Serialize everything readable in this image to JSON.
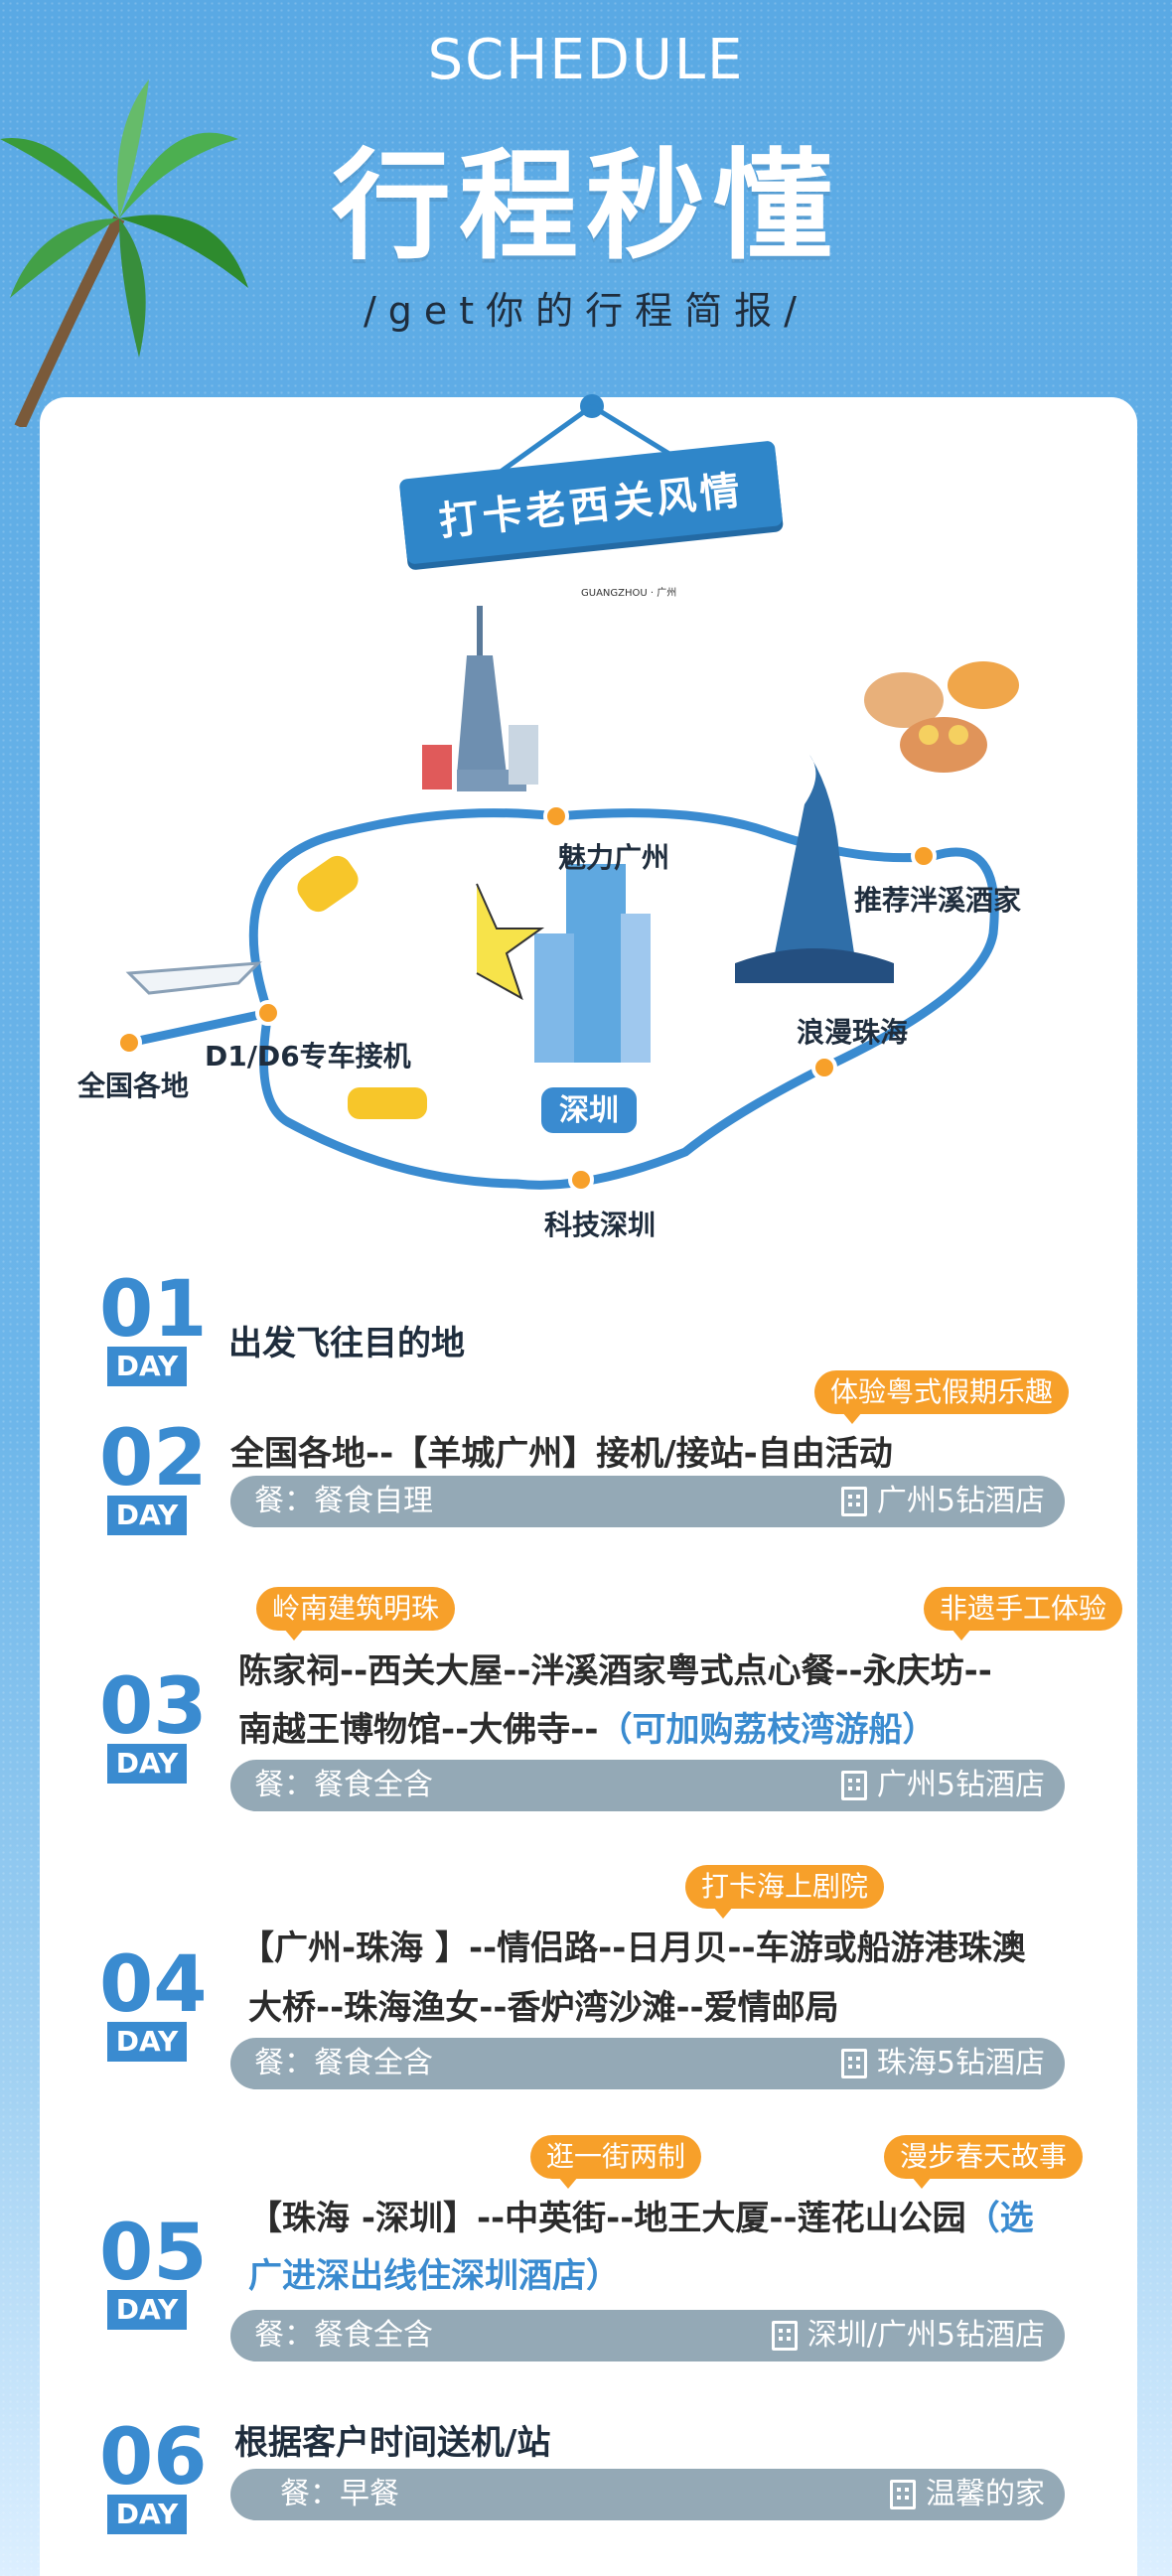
{
  "header": {
    "title_en": "SCHEDULE",
    "title_cn": "行程秒懂",
    "subtitle": "/get你的行程简报/"
  },
  "sign": {
    "label": "打卡老西关风情"
  },
  "map": {
    "tower_label": "GUANGZHOU · 广州",
    "stops": [
      "全国各地",
      "D1/D6专车接机",
      "魅力广州",
      "推荐泮溪酒家",
      "浪漫珠海",
      "科技深圳"
    ],
    "shenzhen_badge": "深圳"
  },
  "days": [
    {
      "num": "01",
      "unit": "DAY",
      "title": "出发飞往目的地"
    },
    {
      "num": "02",
      "unit": "DAY",
      "tags": [
        "体验粤式假期乐趣"
      ],
      "lines": [
        "全国各地--【羊城广州】接机/接站-自由活动"
      ],
      "meal": "餐：餐食自理",
      "hotel": "广州5钻酒店"
    },
    {
      "num": "03",
      "unit": "DAY",
      "tags": [
        "岭南建筑明珠",
        "非遗手工体验"
      ],
      "lines": [
        "陈家祠--西关大屋--泮溪酒家粤式点心餐--永庆坊--",
        "南越王博物馆--大佛寺--"
      ],
      "note": "（可加购荔枝湾游船）",
      "meal": "餐：餐食全含",
      "hotel": "广州5钻酒店"
    },
    {
      "num": "04",
      "unit": "DAY",
      "tags": [
        "打卡海上剧院"
      ],
      "lines": [
        "【广州-珠海 】--情侣路--日月贝--车游或船游港珠澳",
        "大桥--珠海渔女--香炉湾沙滩--爱情邮局"
      ],
      "meal": "餐：餐食全含",
      "hotel": "珠海5钻酒店"
    },
    {
      "num": "05",
      "unit": "DAY",
      "tags": [
        "逛一街两制",
        "漫步春天故事"
      ],
      "lines": [
        "【珠海 -深圳】--中英街--地王大厦--莲花山公园"
      ],
      "note1": "（选",
      "note2": "广进深出线住深圳酒店）",
      "meal": "餐：餐食全含",
      "hotel": "深圳/广州5钻酒店"
    },
    {
      "num": "06",
      "unit": "DAY",
      "title": "根据客户时间送机/站",
      "meal": "餐：早餐",
      "hotel": "温馨的家"
    }
  ]
}
